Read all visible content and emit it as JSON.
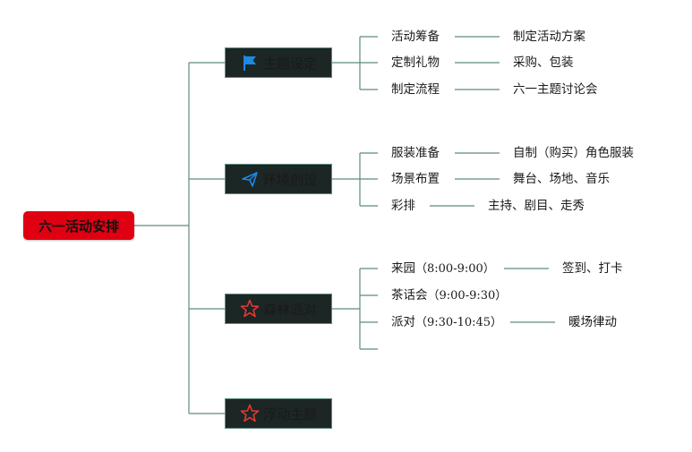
{
  "root": {
    "label": "六一活动安排"
  },
  "branches": [
    {
      "label": "主题设定",
      "icon": "flag-icon",
      "icon_color": "#1e88e5",
      "items": [
        {
          "label": "活动筹备",
          "detail": "制定活动方案"
        },
        {
          "label": "定制礼物",
          "detail": "采购、包装"
        },
        {
          "label": "制定流程",
          "detail": "六一主题讨论会"
        }
      ]
    },
    {
      "label": "环境创设",
      "icon": "paper-plane-icon",
      "icon_color": "#1e88e5",
      "items": [
        {
          "label": "服装准备",
          "detail": "自制（购买）角色服装"
        },
        {
          "label": "场景布置",
          "detail": "舞台、场地、音乐"
        },
        {
          "label": "彩排",
          "detail": "主持、剧目、走秀"
        }
      ]
    },
    {
      "label": "森林派对",
      "icon": "star-icon",
      "icon_color": "#e53935",
      "items": [
        {
          "label": "来园",
          "time": "（8:00-9:00）",
          "detail": "签到、打卡"
        },
        {
          "label": "茶话会",
          "time": "（9:00-9:30）",
          "detail": ""
        },
        {
          "label": "派对",
          "time": "（9:30-10:45）",
          "detail": "暖场律动"
        },
        {
          "label": "",
          "time": "",
          "detail": ""
        }
      ]
    },
    {
      "label": "浮动主题",
      "icon": "star-icon",
      "icon_color": "#e53935",
      "items": []
    }
  ],
  "colors": {
    "root_fill": "#e00012",
    "branch_fill": "#1c2624",
    "connector": "#5d8a7f"
  }
}
